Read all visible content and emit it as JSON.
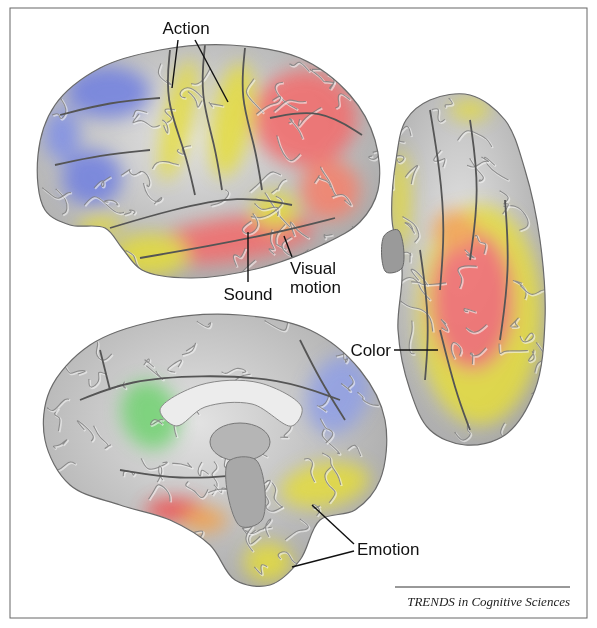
{
  "diagram": {
    "labels": [
      "Action",
      "Sound",
      "Visual motion",
      "Color",
      "Emotion",
      "TRENDS in Cognitive Sciences"
    ]
  }
}
